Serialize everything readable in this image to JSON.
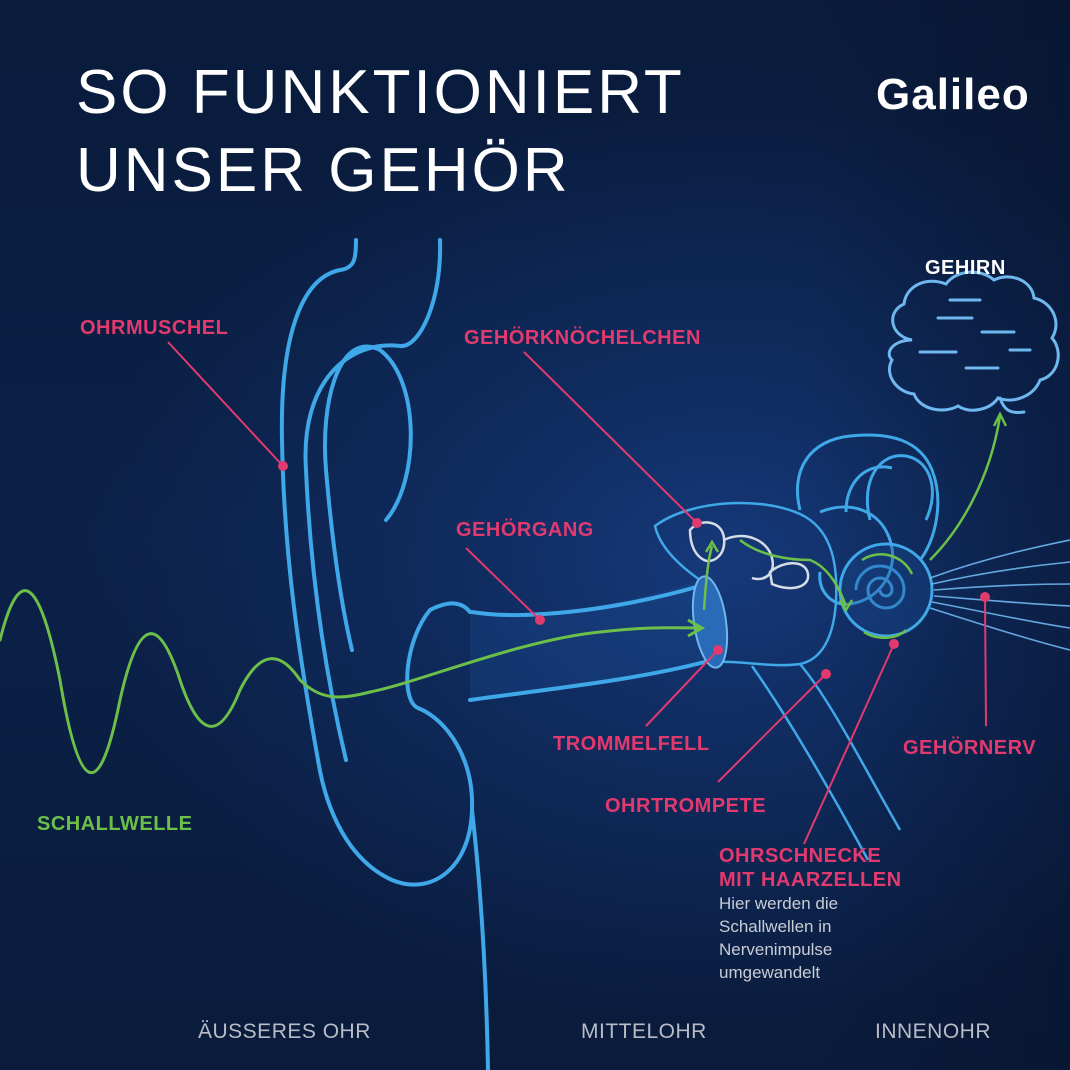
{
  "header": {
    "title_line_1": "SO FUNKTIONIERT",
    "title_line_2": "UNSER GEHÖR",
    "brand": "Galileo"
  },
  "labels": {
    "ohrmuschel": "OHRMUSCHEL",
    "gehoerknoechelchen": "GEHÖRKNÖCHELCHEN",
    "gehirn": "GEHIRN",
    "gehoergang": "GEHÖRGANG",
    "trommelfell": "TROMMELFELL",
    "ohrtrompete": "OHRTROMPETE",
    "gehoernerv": "GEHÖRNERV",
    "schallwelle": "SCHALLWELLE",
    "ohrschnecke_line_1": "OHRSCHNECKE",
    "ohrschnecke_line_2": "MIT HAARZELLEN",
    "ohrschnecke_desc_1": "Hier werden die",
    "ohrschnecke_desc_2": "Schallwellen in",
    "ohrschnecke_desc_3": "Nervenimpulse",
    "ohrschnecke_desc_4": "umgewandelt"
  },
  "sections": {
    "outer": "ÄUSSERES OHR",
    "middle": "MITTELOHR",
    "inner": "INNENOHR"
  },
  "colors": {
    "background": "#0b2148",
    "ear_outline": "#3fa8e8",
    "sound_wave": "#6cc04a",
    "label_accent": "#e23a6e",
    "text": "#ffffff"
  }
}
